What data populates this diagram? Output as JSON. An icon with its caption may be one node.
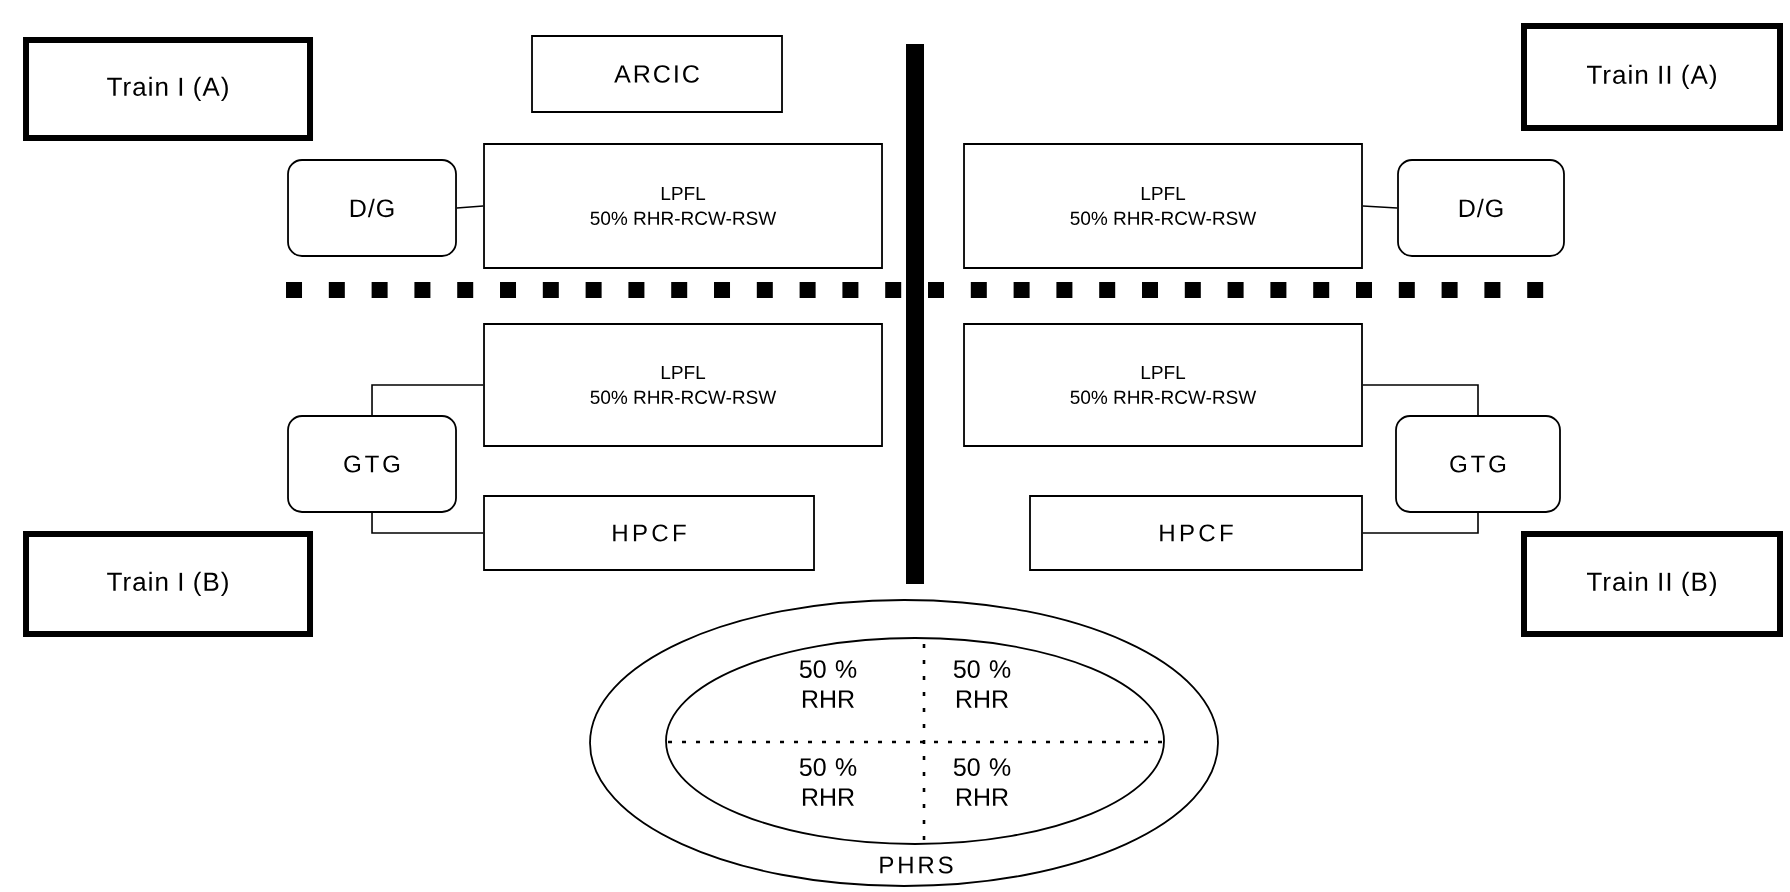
{
  "diagram": {
    "nodes": [
      {
        "text": [
          "Train I (A)"
        ]
      },
      {
        "text": [
          "ARCIC"
        ]
      },
      {
        "text": [
          "Train II (A)"
        ]
      },
      {
        "text": [
          "D/G"
        ]
      },
      {
        "text": [
          "LPFL",
          "50% RHR-RCW-RSW"
        ]
      },
      {
        "text": [
          "LPFL",
          "50% RHR-RCW-RSW"
        ]
      },
      {
        "text": [
          "D/G"
        ]
      },
      {
        "text": [
          "LPFL",
          "50% RHR-RCW-RSW"
        ]
      },
      {
        "text": [
          "LPFL",
          "50% RHR-RCW-RSW"
        ]
      },
      {
        "text": [
          "GTG"
        ]
      },
      {
        "text": [
          "GTG"
        ]
      },
      {
        "text": [
          "HPCF"
        ]
      },
      {
        "text": [
          "HPCF"
        ]
      },
      {
        "text": [
          "Train I (B)"
        ]
      },
      {
        "text": [
          "Train II (B)"
        ]
      },
      {
        "text": [
          "PHRS"
        ]
      },
      {
        "text": [
          "50 % RHR",
          "50 % RHR",
          "50 % RHR",
          "50 % RHR"
        ],
        "in": 15
      }
    ],
    "edges": [
      {
        "from": 3,
        "to": 4,
        "arrow": "none"
      },
      {
        "from": 5,
        "to": 6,
        "arrow": "none"
      },
      {
        "from": 9,
        "to": 7,
        "arrow": "none"
      },
      {
        "from": 9,
        "to": 11,
        "arrow": "none"
      },
      {
        "from": 8,
        "to": 10,
        "arrow": "none"
      },
      {
        "from": 12,
        "to": 10,
        "arrow": "none"
      }
    ]
  }
}
